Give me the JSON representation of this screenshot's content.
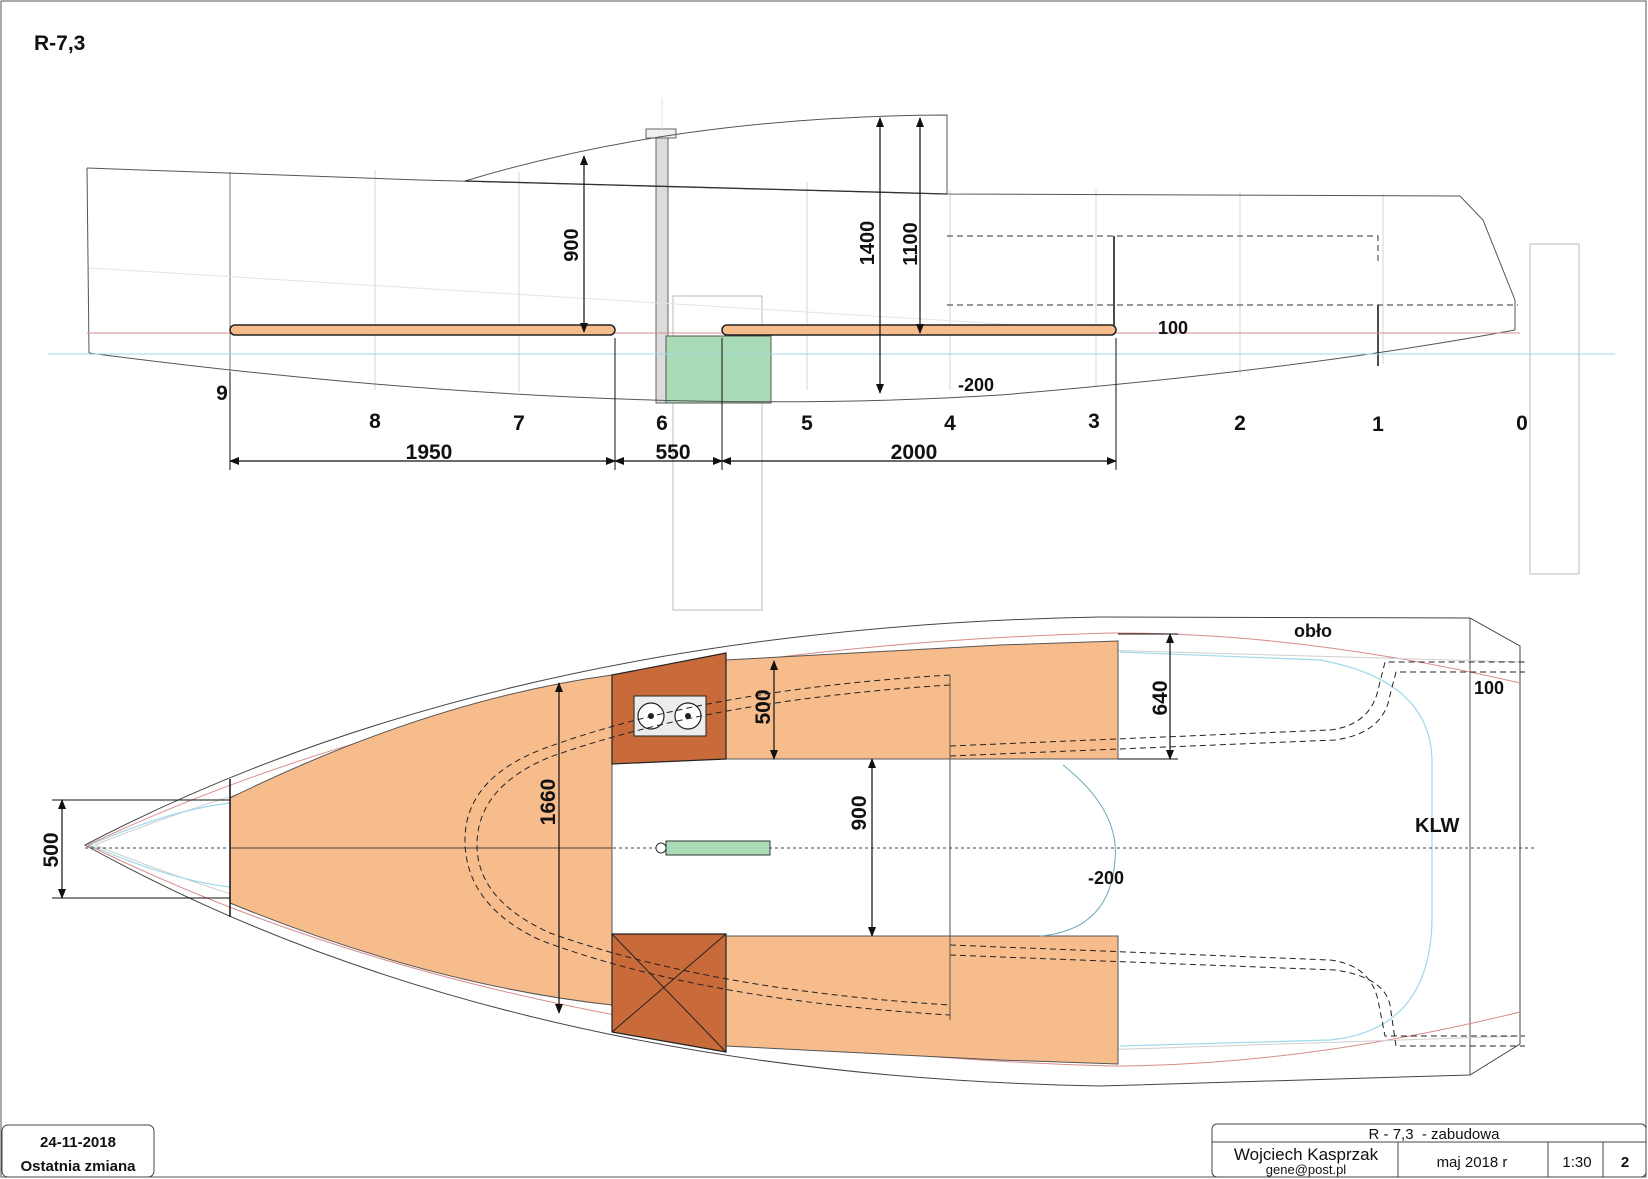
{
  "sheet": {
    "title": "R-7,3"
  },
  "side_view": {
    "stations": [
      "9",
      "8",
      "7",
      "6",
      "5",
      "4",
      "3",
      "2",
      "1",
      "0"
    ],
    "dims": {
      "h900": "900",
      "h1400": "1400",
      "h1100": "1100",
      "w1950": "1950",
      "w550": "550",
      "w2000": "2000"
    },
    "levels": {
      "plus100": "100",
      "minus200": "-200"
    }
  },
  "plan_view": {
    "dims": {
      "bow500": "500",
      "w1660": "1660",
      "d500": "500",
      "d900": "900",
      "d640": "640"
    },
    "labels": {
      "oblo": "obło",
      "plus100": "100",
      "klw": "KLW",
      "minus200": "-200"
    }
  },
  "footer": {
    "date": "24-11-2018",
    "date_caption": "Ostatnia zmiana",
    "drawing_title": "R - 7,3  - zabudowa",
    "author": "Wojciech Kasprzak",
    "email": "gene@post.pl",
    "issued": "maj 2018 r",
    "scale": "1:30",
    "sheet_no": "2"
  },
  "colors": {
    "berth": "#f7bc8c",
    "galley": "#c96a3a",
    "keel_box": "#a9dcb6",
    "waterline": "#9fd9ea",
    "sheer_red": "#d98c8c",
    "line": "#222222"
  }
}
